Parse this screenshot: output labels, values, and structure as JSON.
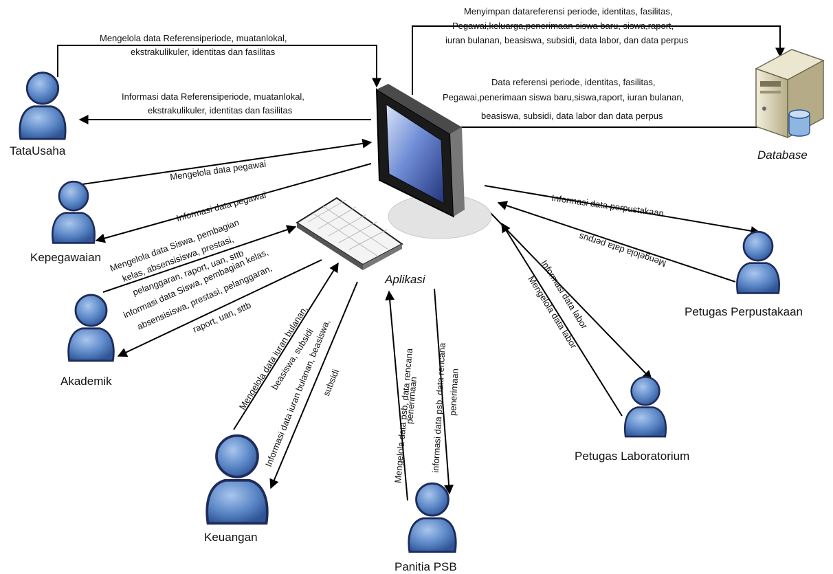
{
  "actors": {
    "tata_usaha": "TataUsaha",
    "kepegawaian": "Kepegawaian",
    "akademik": "Akademik",
    "keuangan": "Keuangan",
    "panitia_psb": "Panitia PSB",
    "petugas_lab": "Petugas Laboratorium",
    "petugas_perpus": "Petugas Perpustakaan",
    "database": "Database",
    "aplikasi": "Aplikasi"
  },
  "flows": {
    "tu_in_1": "Mengelola data Referensiperiode, muatanlokal,",
    "tu_in_2": "ekstrakulikuler, identitas dan fasilitas",
    "tu_out_1": "Informasi  data Referensiperiode, muatanlokal,",
    "tu_out_2": "ekstrakulikuler, identitas dan fasilitas",
    "db_in_1": "Menyimpan datareferensi periode, identitas, fasilitas,",
    "db_in_2": "Pegawai,keluarga,penerimaan siswa baru, siswa,raport,",
    "db_in_3": "iuran bulanan, beasiswa, subsidi, data labor, dan data perpus",
    "db_out_1": "Data referensi periode, identitas, fasilitas,",
    "db_out_2": "Pegawai,penerimaan siswa baru,siswa,raport, iuran bulanan,",
    "db_out_3": "beasiswa, subsidi, data labor dan data perpus",
    "peg_in": "Mengelola data pegawai",
    "peg_out": "Informasi data pegawai",
    "ak_in_1": "Mengelola data Siswa, pembagian",
    "ak_in_2": "kelas, absensisiswa, prestasi,",
    "ak_in_3": "pelanggaran, raport, uan, sttb",
    "ak_out_1": "informasi data Siswa, pembagian kelas,",
    "ak_out_2": "absensisiswa, prestasi, pelanggaran,",
    "ak_out_3": "raport, uan, sttb",
    "keu_in_1": "Mengelola data iuran bulanan,",
    "keu_in_2": "beasiswa, subsidi",
    "keu_out_1": "Informasi data iuran bulanan, beasiswa,",
    "keu_out_2": "subsidi",
    "psb_in_1": "Mengelola data psb, data rencana",
    "psb_in_2": "penerimaan",
    "psb_out_1": "informasi data psb, data rencana",
    "psb_out_2": "penerimaan",
    "lab_in": "Mengelola data labor",
    "lab_out": "Informasi data labor",
    "perpus_out": "Informasi data perpustakaan",
    "perpus_in": "Mengelola data perpus"
  },
  "colors": {
    "person_body": "#5a86c6",
    "person_outline": "#1e2c5c",
    "monitor_frame": "#1a1a1a",
    "screen": "#3a4f9e",
    "server": "#d6cfb4",
    "cylinder": "#8fb6e0"
  }
}
